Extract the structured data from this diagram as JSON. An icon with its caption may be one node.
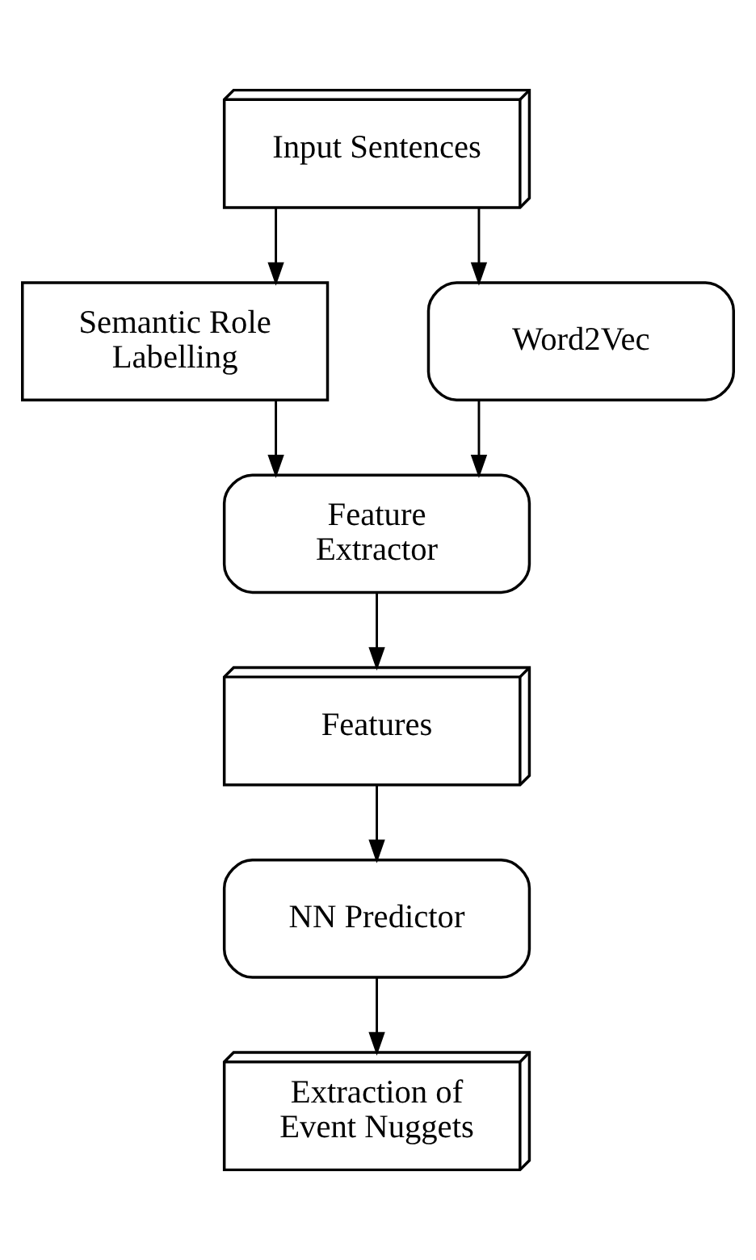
{
  "diagram": {
    "nodes": [
      {
        "text": [
          "Input Sentences"
        ]
      },
      {
        "text": [
          "Semantic Role Labelling"
        ]
      },
      {
        "text": [
          "Word2Vec"
        ]
      },
      {
        "text": [
          "Feature Extractor"
        ]
      },
      {
        "text": [
          "Features"
        ]
      },
      {
        "text": [
          "NN Predictor"
        ]
      },
      {
        "text": [
          "Extraction of Event Nuggets"
        ]
      }
    ],
    "edges": [
      {
        "from": 0,
        "to": 1,
        "arrow": "to"
      },
      {
        "from": 0,
        "to": 2,
        "arrow": "to"
      },
      {
        "from": 1,
        "to": 3,
        "arrow": "to"
      },
      {
        "from": 2,
        "to": 3,
        "arrow": "to"
      },
      {
        "from": 3,
        "to": 4,
        "arrow": "to"
      },
      {
        "from": 4,
        "to": 5,
        "arrow": "to"
      },
      {
        "from": 5,
        "to": 6,
        "arrow": "to"
      }
    ]
  }
}
